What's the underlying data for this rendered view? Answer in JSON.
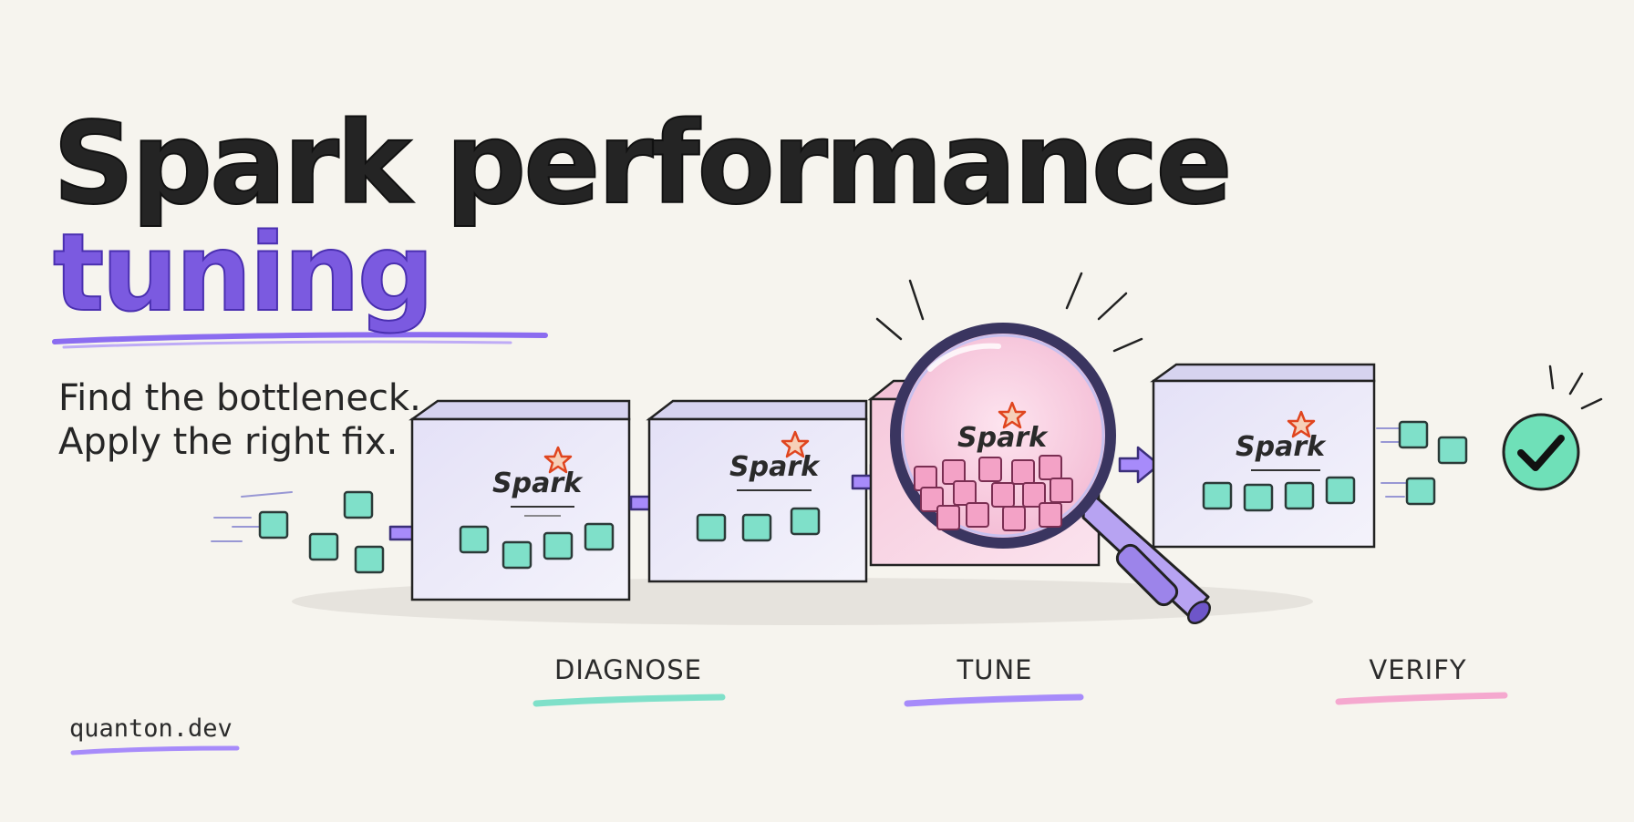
{
  "title": {
    "line1": "Spark performance",
    "line2": "tuning"
  },
  "tagline": {
    "line1": "Find the bottleneck.",
    "line2": "Apply the right fix."
  },
  "boxes": [
    {
      "logo": "Spark"
    },
    {
      "logo": "Spark"
    },
    {
      "logo": "Spark"
    },
    {
      "logo": "Spark"
    }
  ],
  "steps": {
    "diagnose": "DIAGNOSE",
    "tune": "TUNE",
    "verify": "VERIFY"
  },
  "site": "quanton.dev",
  "colors": {
    "title": "#242424",
    "accent_purple": "#7b5ae0",
    "teal_block": "#7fe0c9",
    "pink_block": "#f3a2c6",
    "check_circle": "#6fe0b8",
    "diagnose_underline": "#7fe0c9",
    "tune_underline": "#a78bfa",
    "verify_underline": "#f5a8cf"
  },
  "icons": [
    "spark-star-icon",
    "magnifying-glass-icon",
    "check-circle-icon",
    "arrow-right-icon"
  ]
}
